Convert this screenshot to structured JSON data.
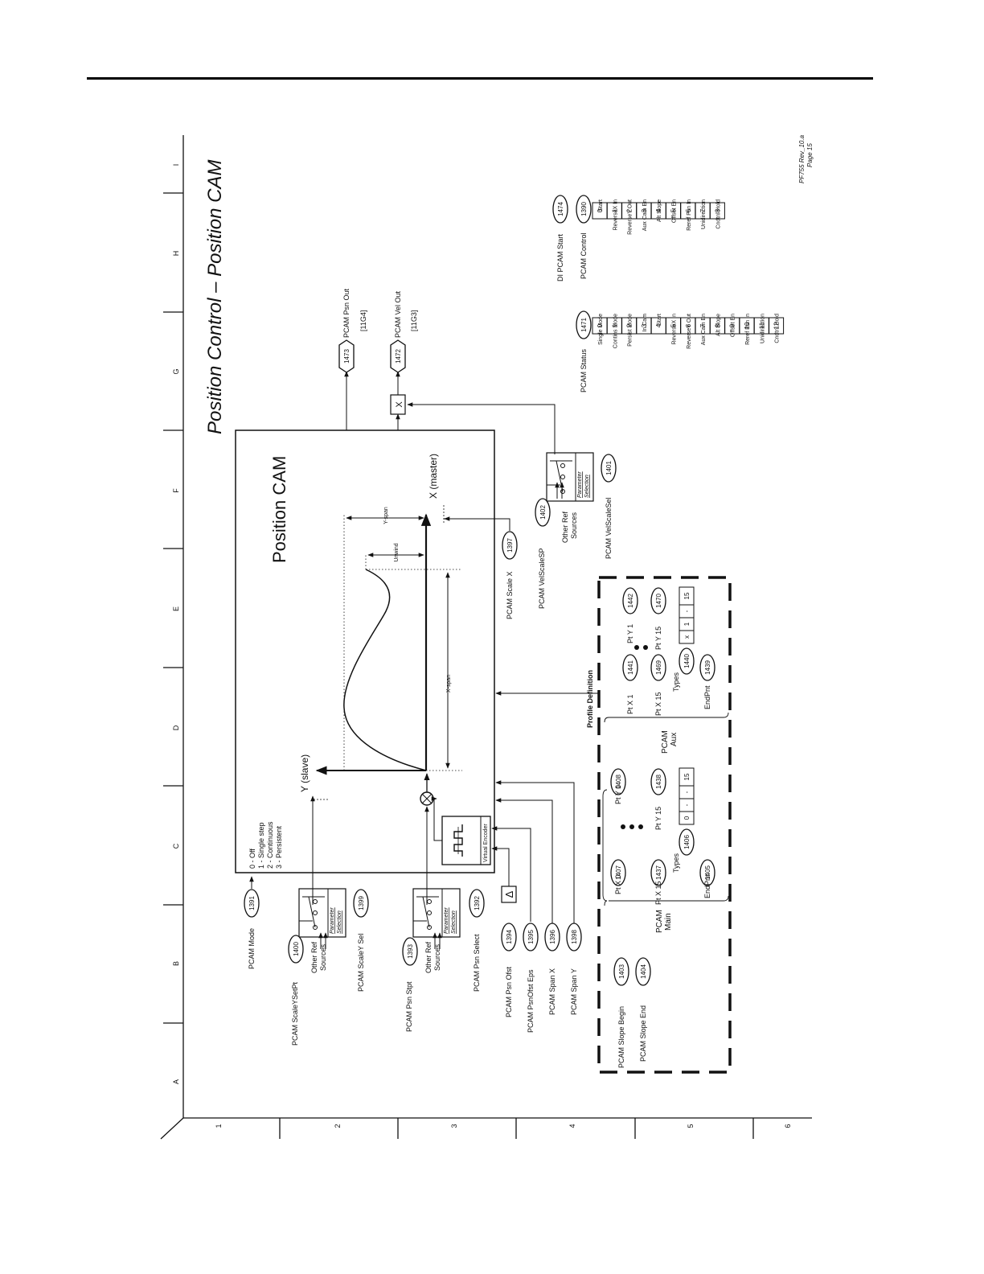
{
  "title": "Position Control – Position CAM",
  "revision": "PF755 Rev_10.a",
  "page": "Page 15",
  "grid": {
    "columns": [
      "A",
      "B",
      "C",
      "D",
      "E",
      "F",
      "G",
      "H",
      "I"
    ],
    "rows": [
      "1",
      "2",
      "3",
      "4",
      "5",
      "6"
    ]
  },
  "cam_box": {
    "title": "Position CAM",
    "mode_options": [
      "0 - Off",
      "1 - Single step",
      "2 - Continuous",
      "3 - Persistent"
    ],
    "y_axis": "Y (slave)",
    "x_axis": "X (master)",
    "y_span": "Y-span",
    "x_span": "X-span",
    "unwind": "Unwind",
    "virtual_encoder": "Virtual Encoder"
  },
  "param_selection": "Parameter Selection",
  "other_ref": [
    "Other Ref",
    "Sources"
  ],
  "mult_symbol": "X",
  "delta_symbol": "Δ",
  "params": {
    "mode": {
      "label": "PCAM Mode",
      "num": "1391"
    },
    "scale_y_setpt": {
      "label": "PCAM ScaleYSetPt",
      "num": "1400"
    },
    "scale_y_sel": {
      "label": "PCAM ScaleY Sel",
      "num": "1399"
    },
    "psn_stpt": {
      "label": "PCAM Psn Stpt",
      "num": "1393"
    },
    "psn_select": {
      "label": "PCAM Psn Select",
      "num": "1392"
    },
    "psn_ofst": {
      "label": "PCAM Psn Ofst",
      "num": "1394"
    },
    "psn_ofst_eps": {
      "label": "PCAM PsnOfst Eps",
      "num": "1395"
    },
    "span_x": {
      "label": "PCAM Span X",
      "num": "1396"
    },
    "span_y": {
      "label": "PCAM Span Y",
      "num": "1398"
    },
    "scale_x": {
      "label": "PCAM Scale X",
      "num": "1397"
    },
    "vel_scale_sp": {
      "label": "PCAM VelScaleSP",
      "num": "1402"
    },
    "vel_scale_sel": {
      "label": "PCAM VelScaleSel",
      "num": "1401"
    },
    "psn_out": {
      "label": "PCAM Psn Out",
      "num": "1473",
      "ref": "[11G4]"
    },
    "vel_out": {
      "label": "PCAM Vel Out",
      "num": "1472",
      "ref": "[11G3]"
    },
    "slope_begin": {
      "label": "PCAM Slope Begin",
      "num": "1403"
    },
    "slope_end": {
      "label": "PCAM Slope End",
      "num": "1404"
    },
    "status": {
      "label": "PCAM Status",
      "num": "1471"
    },
    "di_start": {
      "label": "DI PCAM Start",
      "num": "1474"
    },
    "control": {
      "label": "PCAM Control",
      "num": "1390"
    }
  },
  "profile": {
    "title": "Profile Definition",
    "main": {
      "label": [
        "PCAM",
        "Main"
      ],
      "pt_x0": {
        "label": "Pt X 0",
        "num": "1407"
      },
      "pt_y0": {
        "label": "Pt Y 0",
        "num": "1408"
      },
      "pt_x15": {
        "label": "Pt X 15",
        "num": "1437"
      },
      "pt_y15": {
        "label": "Pt Y 15",
        "num": "1438"
      },
      "types": {
        "label": "Types",
        "num": "1406",
        "cells": [
          "0",
          "-",
          "-",
          "15"
        ]
      },
      "endpnt": {
        "label": "EndPnt",
        "num": "1405"
      }
    },
    "aux": {
      "label": [
        "PCAM",
        "Aux"
      ],
      "pt_x1": {
        "label": "Pt X 1",
        "num": "1441"
      },
      "pt_y1": {
        "label": "Pt Y 1",
        "num": "1442"
      },
      "pt_x15": {
        "label": "Pt X 15",
        "num": "1469"
      },
      "pt_y15": {
        "label": "Pt Y 15",
        "num": "1470"
      },
      "types": {
        "label": "Types",
        "num": "1440",
        "cells": [
          "x",
          "1",
          "-",
          "15"
        ]
      },
      "endpnt": {
        "label": "EndPnt",
        "num": "1439"
      }
    }
  },
  "status_bits": [
    {
      "bit": "0",
      "name": "Single Mode"
    },
    {
      "bit": "1",
      "name": "Contins Mode"
    },
    {
      "bit": "2",
      "name": "Persist Mode"
    },
    {
      "bit": "3",
      "name": "In Cam"
    },
    {
      "bit": "4",
      "name": "Start"
    },
    {
      "bit": "5",
      "name": "ReverseX In"
    },
    {
      "bit": "6",
      "name": "ReverseY Out"
    },
    {
      "bit": "7",
      "name": "Aux Cam En"
    },
    {
      "bit": "8",
      "name": "Alt Slope"
    },
    {
      "bit": "9",
      "name": "Offset En"
    },
    {
      "bit": "10",
      "name": "Reref Psn In"
    },
    {
      "bit": "11",
      "name": "Unidirection"
    },
    {
      "bit": "12",
      "name": "Cndtnl Hold"
    }
  ],
  "control_bits": [
    {
      "bit": "0",
      "name": "Start"
    },
    {
      "bit": "1",
      "name": "ReverseX In"
    },
    {
      "bit": "2",
      "name": "ReverseY Out"
    },
    {
      "bit": "3",
      "name": "Aux Cam En"
    },
    {
      "bit": "4",
      "name": "Alt Slope"
    },
    {
      "bit": "5",
      "name": "Offset En"
    },
    {
      "bit": "6",
      "name": "Reref Psn In"
    },
    {
      "bit": "7",
      "name": "Unidirection"
    },
    {
      "bit": "8",
      "name": "Cndtnl Hold"
    }
  ]
}
